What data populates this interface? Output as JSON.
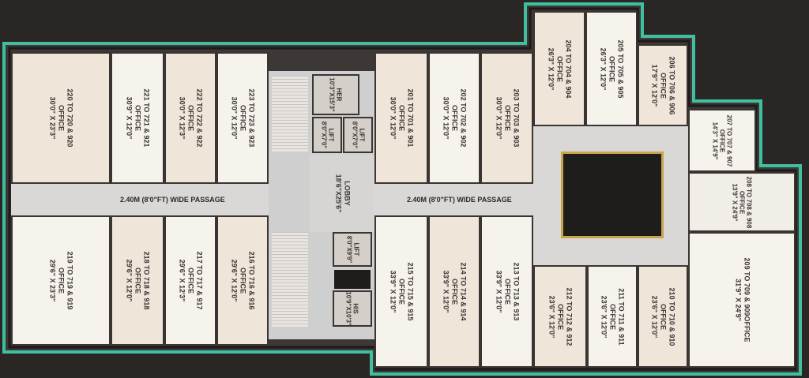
{
  "passages": {
    "left": "2.40M (8'0\"FT) WIDE PASSAGE",
    "right": "2.40M (8'0\"FT) WIDE PASSAGE"
  },
  "lobby": {
    "name": "LOBBY",
    "size": "18'6\"X25'6\""
  },
  "services": {
    "her": {
      "name": "HER",
      "size": "10'3\"X15'3\""
    },
    "lift1": {
      "name": "LIFT",
      "size": "8'0\"X7'0\""
    },
    "lift2": {
      "name": "LIFT",
      "size": "8'0\"X7'0\""
    },
    "lift3": {
      "name": "LIFT",
      "size": "8'0\"X9'9\""
    },
    "his": {
      "name": "HIS",
      "size": "10'9\"X10'3\""
    }
  },
  "rooms": {
    "r220": {
      "name": "220 TO 720 & 920",
      "use": "OFFICE",
      "size": "30'0\" X 23'3\""
    },
    "r221": {
      "name": "221 TO 721 & 921",
      "use": "OFFICE",
      "size": "30'9\" X 12'0\""
    },
    "r222": {
      "name": "222 TO 722 & 922",
      "use": "OFFICE",
      "size": "30'0\" X 12'3\""
    },
    "r223": {
      "name": "223 TO 723 & 923",
      "use": "OFFICE",
      "size": "30'0\" X 12'0\""
    },
    "r219": {
      "name": "219 TO 719 & 919",
      "use": "OFFICE",
      "size": "29'6\" X 23'3\""
    },
    "r218": {
      "name": "218 TO 718 & 918",
      "use": "OFFICE",
      "size": "29'6\" X 12'0\""
    },
    "r217": {
      "name": "217 TO 717 & 917",
      "use": "OFFICE",
      "size": "29'6\" X 12'3\""
    },
    "r216": {
      "name": "216 TO 716 & 916",
      "use": "OFFICE",
      "size": "29'6\" X 12'0\""
    },
    "r201": {
      "name": "201 TO 701 & 901",
      "use": "OFFICE",
      "size": "30'0\" X 12'0\""
    },
    "r202": {
      "name": "202 TO 702 & 902",
      "use": "OFFICE",
      "size": "30'0\" X 12'0\""
    },
    "r203": {
      "name": "203 TO 703 & 903",
      "use": "OFFICE",
      "size": "30'0\" X 12'0\""
    },
    "r204": {
      "name": "204 TO 704 & 904",
      "use": "OFFICE",
      "size": "26'3\" X 12'0\""
    },
    "r205": {
      "name": "205 TO 705 & 905",
      "use": "OFFICE",
      "size": "26'3\" X 12'0\""
    },
    "r206": {
      "name": "206 TO 706 & 906",
      "use": "OFFICE",
      "size": "17'9\" X 12'0\""
    },
    "r207": {
      "name": "207 TO 707 & 907",
      "use": "OFFICE",
      "size": "14'3\" X 14'9\""
    },
    "r208": {
      "name": "208 TO 708 & 908",
      "use": "OFFICE",
      "size": "13'9\" X 24'9\""
    },
    "r209": {
      "name": "209 TO 709 & 909OFFICE",
      "use": "",
      "size": "31'9\" X 24'9\""
    },
    "r210": {
      "name": "210 TO 710 & 910",
      "use": "OFFICE",
      "size": "23'6\" X 12'0\""
    },
    "r211": {
      "name": "211 TO 711 & 911",
      "use": "OFFICE",
      "size": "23'6\" X 12'0\""
    },
    "r212": {
      "name": "212 TO 712 & 912",
      "use": "OFFICE",
      "size": "23'6\" X 12'0\""
    },
    "r213": {
      "name": "213 TO 713 & 913",
      "use": "OFFICE",
      "size": "33'9\" X 12'0\""
    },
    "r214": {
      "name": "214 TO 714 & 914",
      "use": "OFFICE",
      "size": "33'9\" X 12'0\""
    },
    "r215": {
      "name": "215 TO 715 & 915",
      "use": "OFFICE",
      "size": "33'9\" X 12'0\""
    }
  },
  "colors": {
    "outline": "#3fbf9f",
    "background": "#2a2624",
    "office": "#efe5d9",
    "passage": "#d9d8d6",
    "void_border": "#c9a54a"
  }
}
